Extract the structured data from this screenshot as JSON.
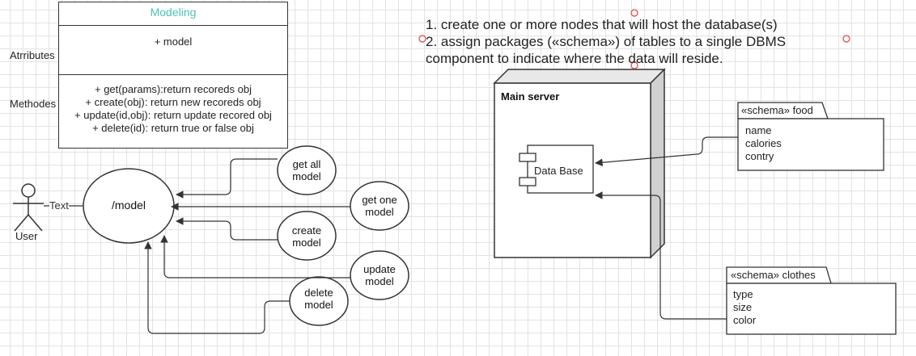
{
  "class_diagram": {
    "title": "Modeling",
    "attribute": "+ model",
    "methods": [
      "+ get(params):return recoreds obj",
      "+ create(obj): return new recoreds obj",
      "+ update(id,obj): return update recored obj",
      "+ delete(id): return true or false obj"
    ],
    "attributes_label": "Atrributes",
    "methods_label": "Methodes"
  },
  "actor": {
    "label": "User",
    "link_text": "Text"
  },
  "model_node": {
    "label": "/model"
  },
  "operations": [
    "get all\nmodel",
    "get one\nmodel",
    "create\nmodel",
    "update\nmodel",
    "delete\nmodel"
  ],
  "notes": [
    "1. create one or more nodes that will host the database(s)",
    "2. assign packages («schema») of tables to a single DBMS component to indicate where the data will reside."
  ],
  "deployment": {
    "node_label": "Main server",
    "component_label": "Data Base",
    "packages": [
      {
        "tab": "«schema» food",
        "items": [
          "name",
          "calories",
          "contry"
        ]
      },
      {
        "tab": "«schema» clothes",
        "items": [
          "type",
          "size",
          "color"
        ]
      }
    ]
  },
  "colors": {
    "title_accent": "#4cc3b0",
    "line": "#333333",
    "grid": "#e3e3e3",
    "node_side": "#d0d0d0",
    "marker": "#e04040"
  }
}
